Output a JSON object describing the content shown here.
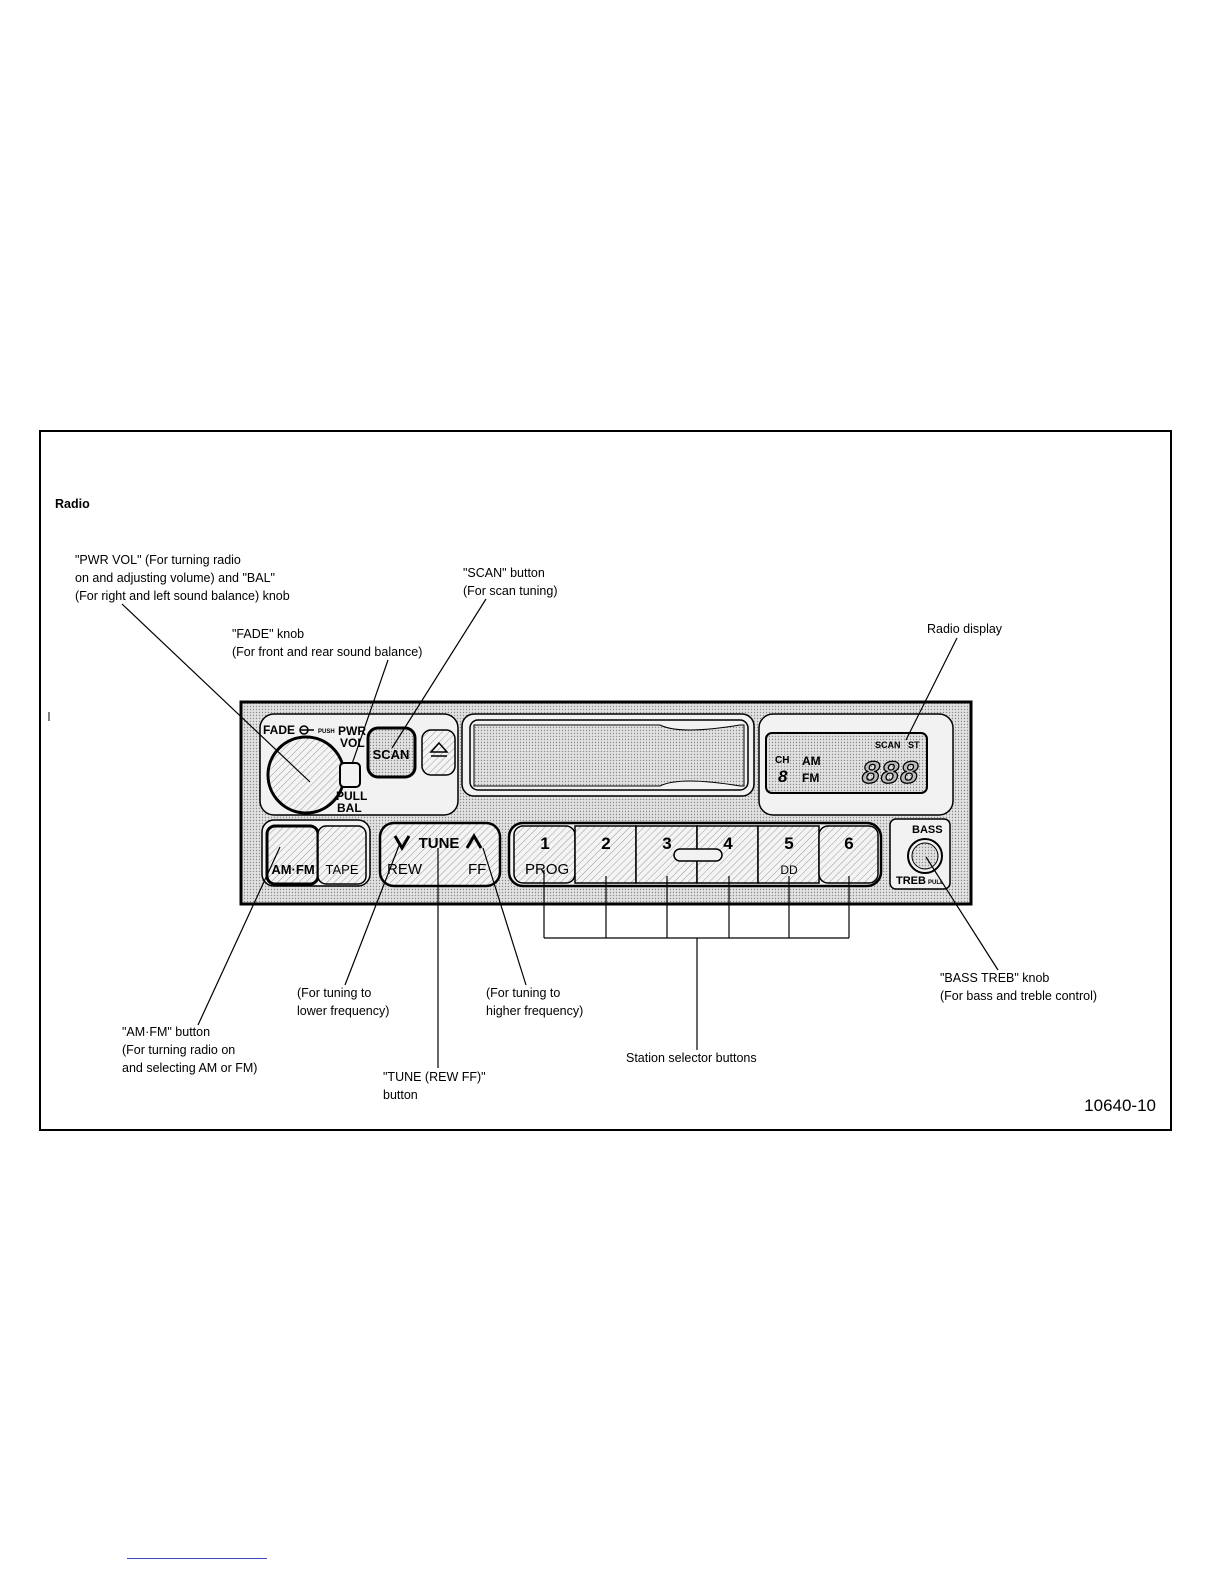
{
  "section_title": "Radio",
  "figure_id": "10640-10",
  "callouts": {
    "pwr_vol": [
      "\"PWR VOL\" (For turning radio",
      "on and adjusting volume) and \"BAL\"",
      "(For right and left sound balance) knob"
    ],
    "fade": [
      "\"FADE\" knob",
      "(For front and rear sound balance)"
    ],
    "scan": [
      "\"SCAN\" button",
      "(For scan tuning)"
    ],
    "radio_display": [
      "Radio display"
    ],
    "bass_treb": [
      "\"BASS TREB\" knob",
      "(For bass and treble control)"
    ],
    "station_selector": [
      "Station selector buttons"
    ],
    "tune_lower": [
      "(For tuning to",
      "lower frequency)"
    ],
    "tune_higher": [
      "(For tuning to",
      "higher frequency)"
    ],
    "am_fm": [
      "\"AM·FM\" button",
      "(For turning radio on",
      "and selecting AM or FM)"
    ],
    "tune_button": [
      "\"TUNE (REW FF)\"",
      "button"
    ]
  },
  "radio_panel": {
    "fade_label": "FADE",
    "push_label": "PUSH",
    "pwr_label": "PWR",
    "vol_label": "VOL",
    "pull_label": "PULL",
    "bal_label": "BAL",
    "scan_label": "SCAN",
    "am_fm_label": "AM·FM",
    "tape_label": "TAPE",
    "tune_label": "TUNE",
    "rew_label": "REW",
    "ff_label": "FF",
    "prog_label": "PROG",
    "dolby_label": "DD",
    "bass_label": "BASS",
    "treb_label": "TREB",
    "pull_small_label": "PULL",
    "presets": [
      "1",
      "2",
      "3",
      "4",
      "5",
      "6"
    ],
    "display": {
      "ch_label": "CH",
      "ch_digit": "8",
      "am_label": "AM",
      "fm_label": "FM",
      "scan_label": "SCAN",
      "st_label": "ST",
      "freq_digits": "888"
    }
  }
}
